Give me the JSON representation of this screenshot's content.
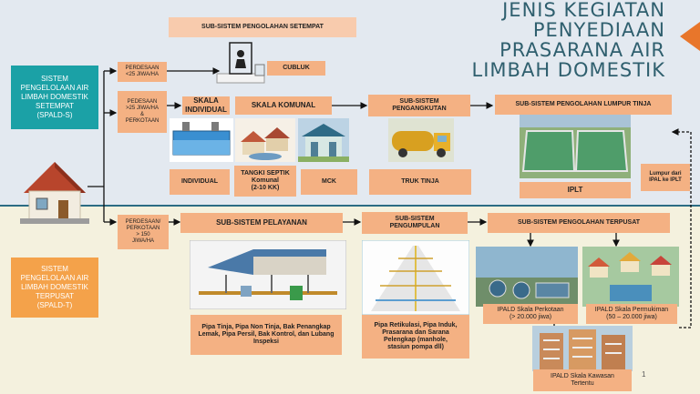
{
  "title": [
    "JENIS KEGIATAN",
    "PENYEDIAAN",
    "PRASARANA AIR",
    "LIMBAH DOMESTIK"
  ],
  "spald_s": {
    "lines": [
      "SISTEM",
      "PENGELOLAAN AIR",
      "LIMBAH DOMESTIK",
      "SETEMPAT",
      "(SPALD-S)"
    ]
  },
  "spald_t": {
    "lines": [
      "SISTEM",
      "PENGELOLAAN AIR",
      "LIMBAH DOMESTIK",
      "TERPUSAT",
      "(SPALD-T)"
    ]
  },
  "sub_setempat": "SUB-SISTEM PENGOLAHAN SETEMPAT",
  "perdesaan_small": [
    "PERDESAAN",
    "<25 JIWA/HA"
  ],
  "cubluk": "CUBLUK",
  "pedesaan_big": [
    "PEDESAAN",
    ">25 JIWA/HA",
    "&",
    "PERKOTAAN"
  ],
  "skala_individual": [
    "SKALA",
    "INDIVIDUAL"
  ],
  "skala_komunal": "SKALA KOMUNAL",
  "sub_pengangkutan": [
    "SUB-SISTEM",
    "PENGANGKUTAN"
  ],
  "sub_lumpur": "SUB-SISTEM PENGOLAHAN LUMPUR TINJA",
  "individu": "INDIVIDUAL",
  "tangki_septik": [
    "TANGKI SEPTIK",
    "Komunal",
    "(2-10 KK)"
  ],
  "mck": "MCK",
  "truk_tinja": "TRUK TINJA",
  "iplt": "IPLT",
  "lumpur_dari": [
    "Lumpur dari",
    "IPAL ke IPLT"
  ],
  "perdesaan_perkotaan": [
    "PERDESAAN/",
    "PERKOTAAN",
    "> 150",
    "JIWA/HA"
  ],
  "sub_pelayanan": "SUB-SISTEM PELAYANAN",
  "sub_pengumpulan": [
    "SUB-SISTEM",
    "PENGUMPULAN"
  ],
  "sub_terpusat": "SUB-SISTEM PENGOLAHAN TERPUSAT",
  "pelayanan_desc": [
    "Pipa Tinja, Pipa Non Tinja, Bak Penangkap",
    "Lemak, Pipa Persil, Bak Kontrol, dan Lubang",
    "Inspeksi"
  ],
  "pengumpulan_desc": [
    "Pipa Retikulasi, Pipa Induk,",
    "Prasarana dan Sarana",
    "Pelengkap (manhole,",
    "stasiun pompa dll)"
  ],
  "ipald_perkotaan": [
    "IPALD Skala Perkotaan",
    "(> 20.000 jiwa)"
  ],
  "ipald_permukiman": [
    "IPALD Skala Permukiman",
    "(50 – 20.000 jiwa)"
  ],
  "ipald_kawasan": [
    "IPALD Skala Kawasan",
    "Tertentu"
  ],
  "page_number": "1",
  "colors": {
    "orange": "#f4b183",
    "teal": "#1ba1a6",
    "amber": "#f4a24a",
    "title": "#2f5f6e",
    "accent": "#e8762b"
  }
}
